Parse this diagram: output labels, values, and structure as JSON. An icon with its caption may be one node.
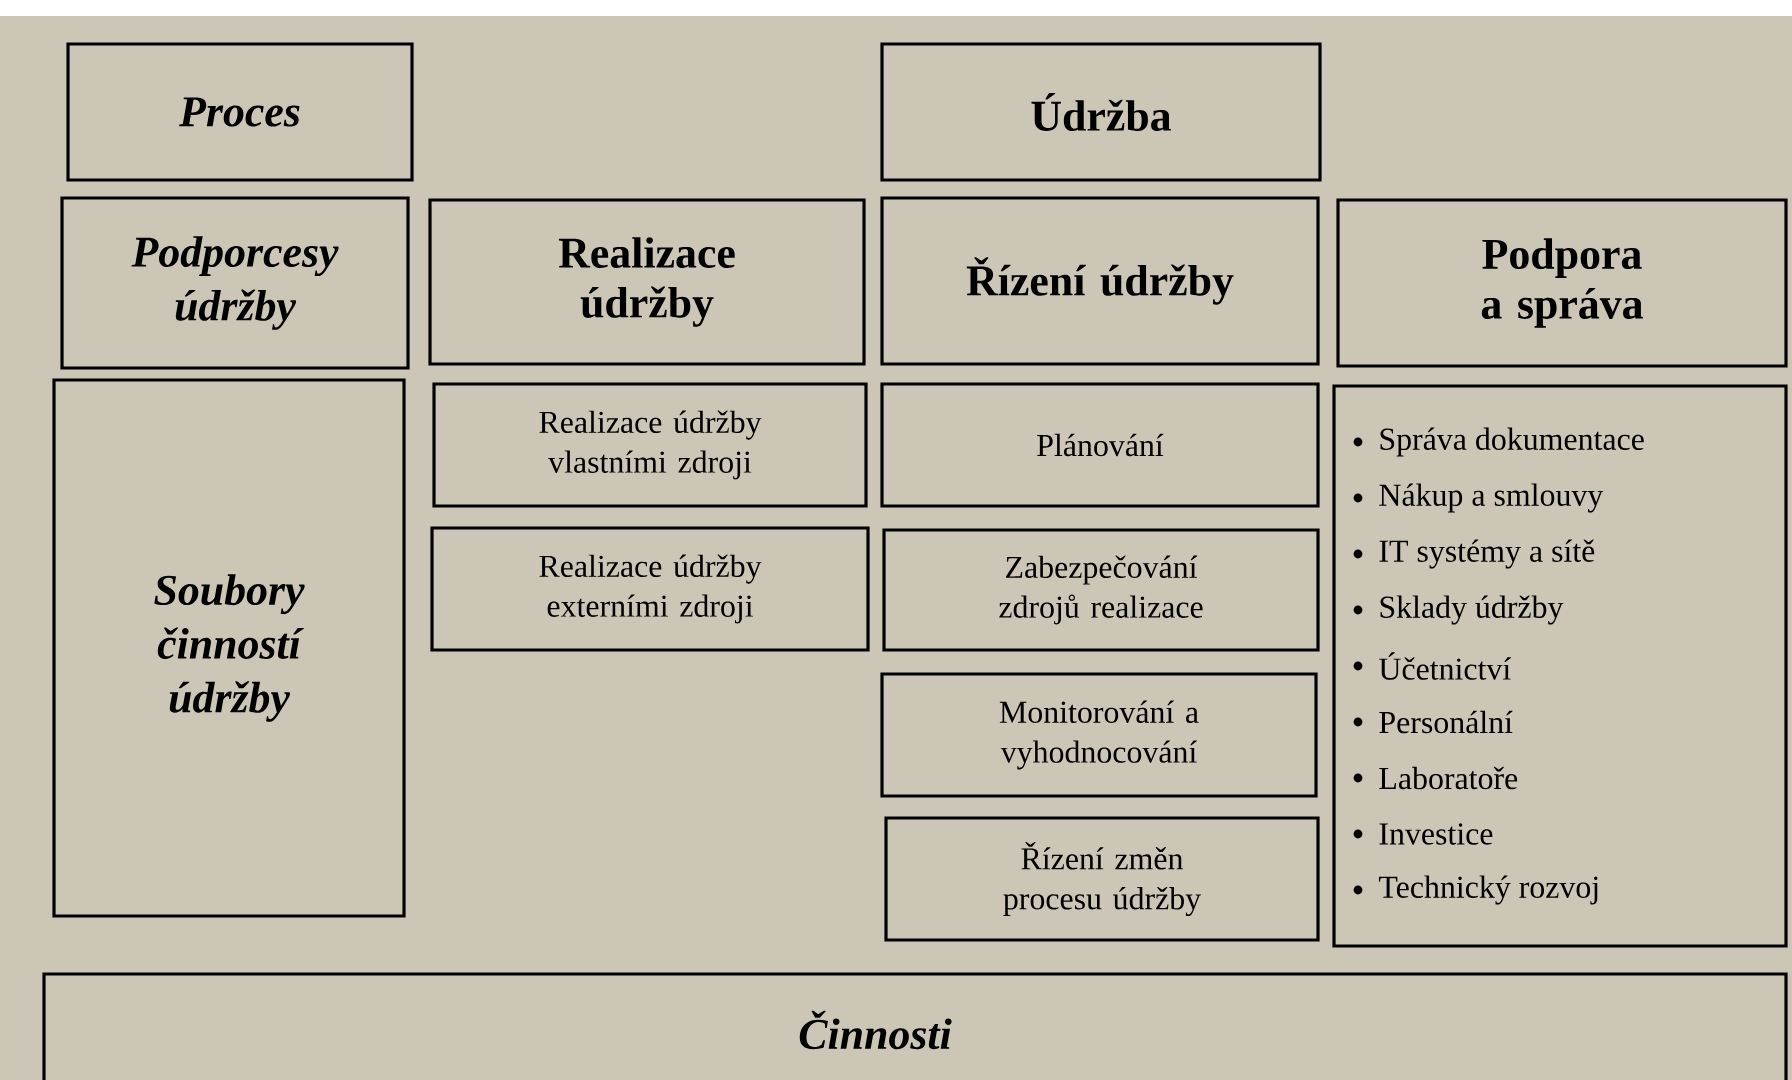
{
  "diagram": {
    "nodes": [
      {
        "text": [
          "Proces"
        ]
      },
      {
        "text": [
          "Údržba"
        ]
      },
      {
        "text": [
          "Podporcesy údržby"
        ]
      },
      {
        "text": [
          "Realizace údržby"
        ]
      },
      {
        "text": [
          "Řízení údržby"
        ]
      },
      {
        "text": [
          "Podpora a správa"
        ]
      },
      {
        "text": [
          "Soubory činností údržby"
        ]
      },
      {
        "text": [
          "Realizace údržby vlastními zdroji"
        ]
      },
      {
        "text": [
          "Realizace údržby externími zdroji"
        ]
      },
      {
        "text": [
          "Plánování"
        ]
      },
      {
        "text": [
          "Zabezpečování zdrojů realizace"
        ]
      },
      {
        "text": [
          "Monitorování a vyhodnocování"
        ]
      },
      {
        "text": [
          "Řízení změn procesu údržby"
        ]
      },
      {
        "text": [
          "Správa dokumentace",
          "Nákup a smlouvy",
          "IT systémy a sítě",
          "Sklady údržby",
          "Účetnictví",
          "Personální",
          "Laboratoře",
          "Investice",
          "Technický rozvoj"
        ]
      },
      {
        "text": [
          "Činnosti"
        ]
      }
    ]
  }
}
